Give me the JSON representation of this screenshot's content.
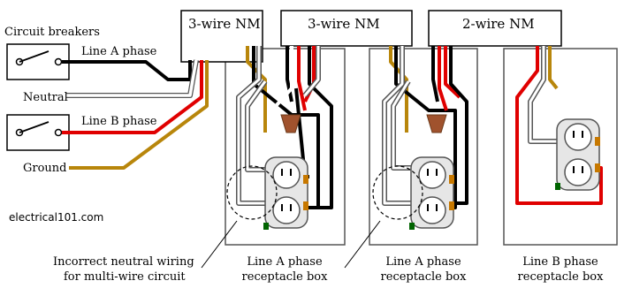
{
  "diagram": {
    "breakers_label": "Circuit breakers",
    "line_a_label": "Line A phase",
    "neutral_label": "Neutral",
    "line_b_label": "Line B phase",
    "ground_label": "Ground",
    "site_label": "electrical101.com",
    "cables": [
      "3-wire NM",
      "3-wire NM",
      "2-wire NM"
    ],
    "incorrect_note": [
      "Incorrect neutral wiring",
      "for multi-wire circuit"
    ],
    "box_labels": [
      [
        "Line A phase",
        "receptacle box"
      ],
      [
        "Line A phase",
        "receptacle box"
      ],
      [
        "Line B phase",
        "receptacle box"
      ]
    ]
  },
  "colors": {
    "line_a": "#000000",
    "line_b": "#e00000",
    "neutral": "#ffffff",
    "ground": "#b8860b",
    "wire_nut": "#a0522d",
    "box_fill": "#ffffff",
    "box_stroke": "#555555"
  }
}
